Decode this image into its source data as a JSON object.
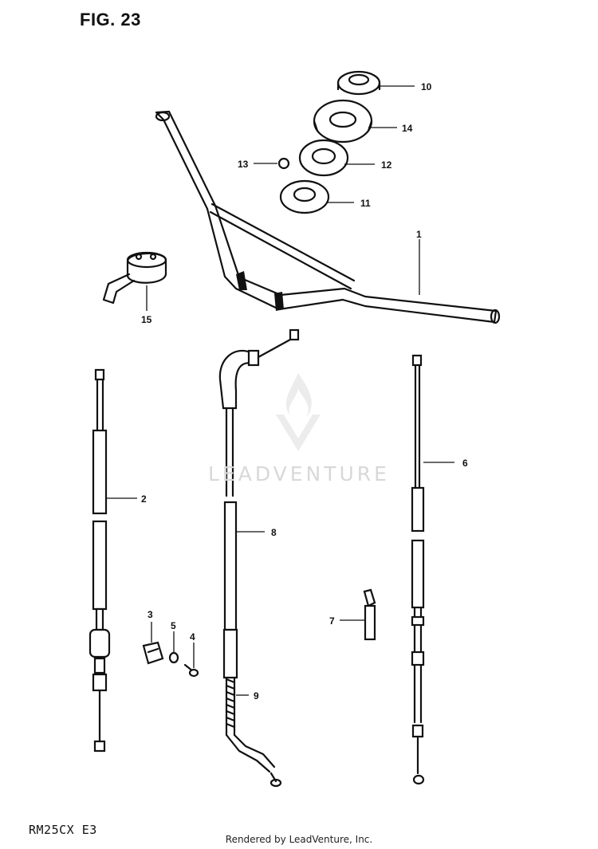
{
  "figure_title": "FIG. 23",
  "model_code": "RM25CX  E3",
  "footer": "Rendered by LeadVenture, Inc.",
  "watermark": "LEADVENTURE",
  "callouts": {
    "p1": "1",
    "p2": "2",
    "p3": "3",
    "p4": "4",
    "p5": "5",
    "p6": "6",
    "p7": "7",
    "p8": "8",
    "p9": "9",
    "p10": "10",
    "p11": "11",
    "p12": "12",
    "p13": "13",
    "p14": "14",
    "p15": "15"
  }
}
